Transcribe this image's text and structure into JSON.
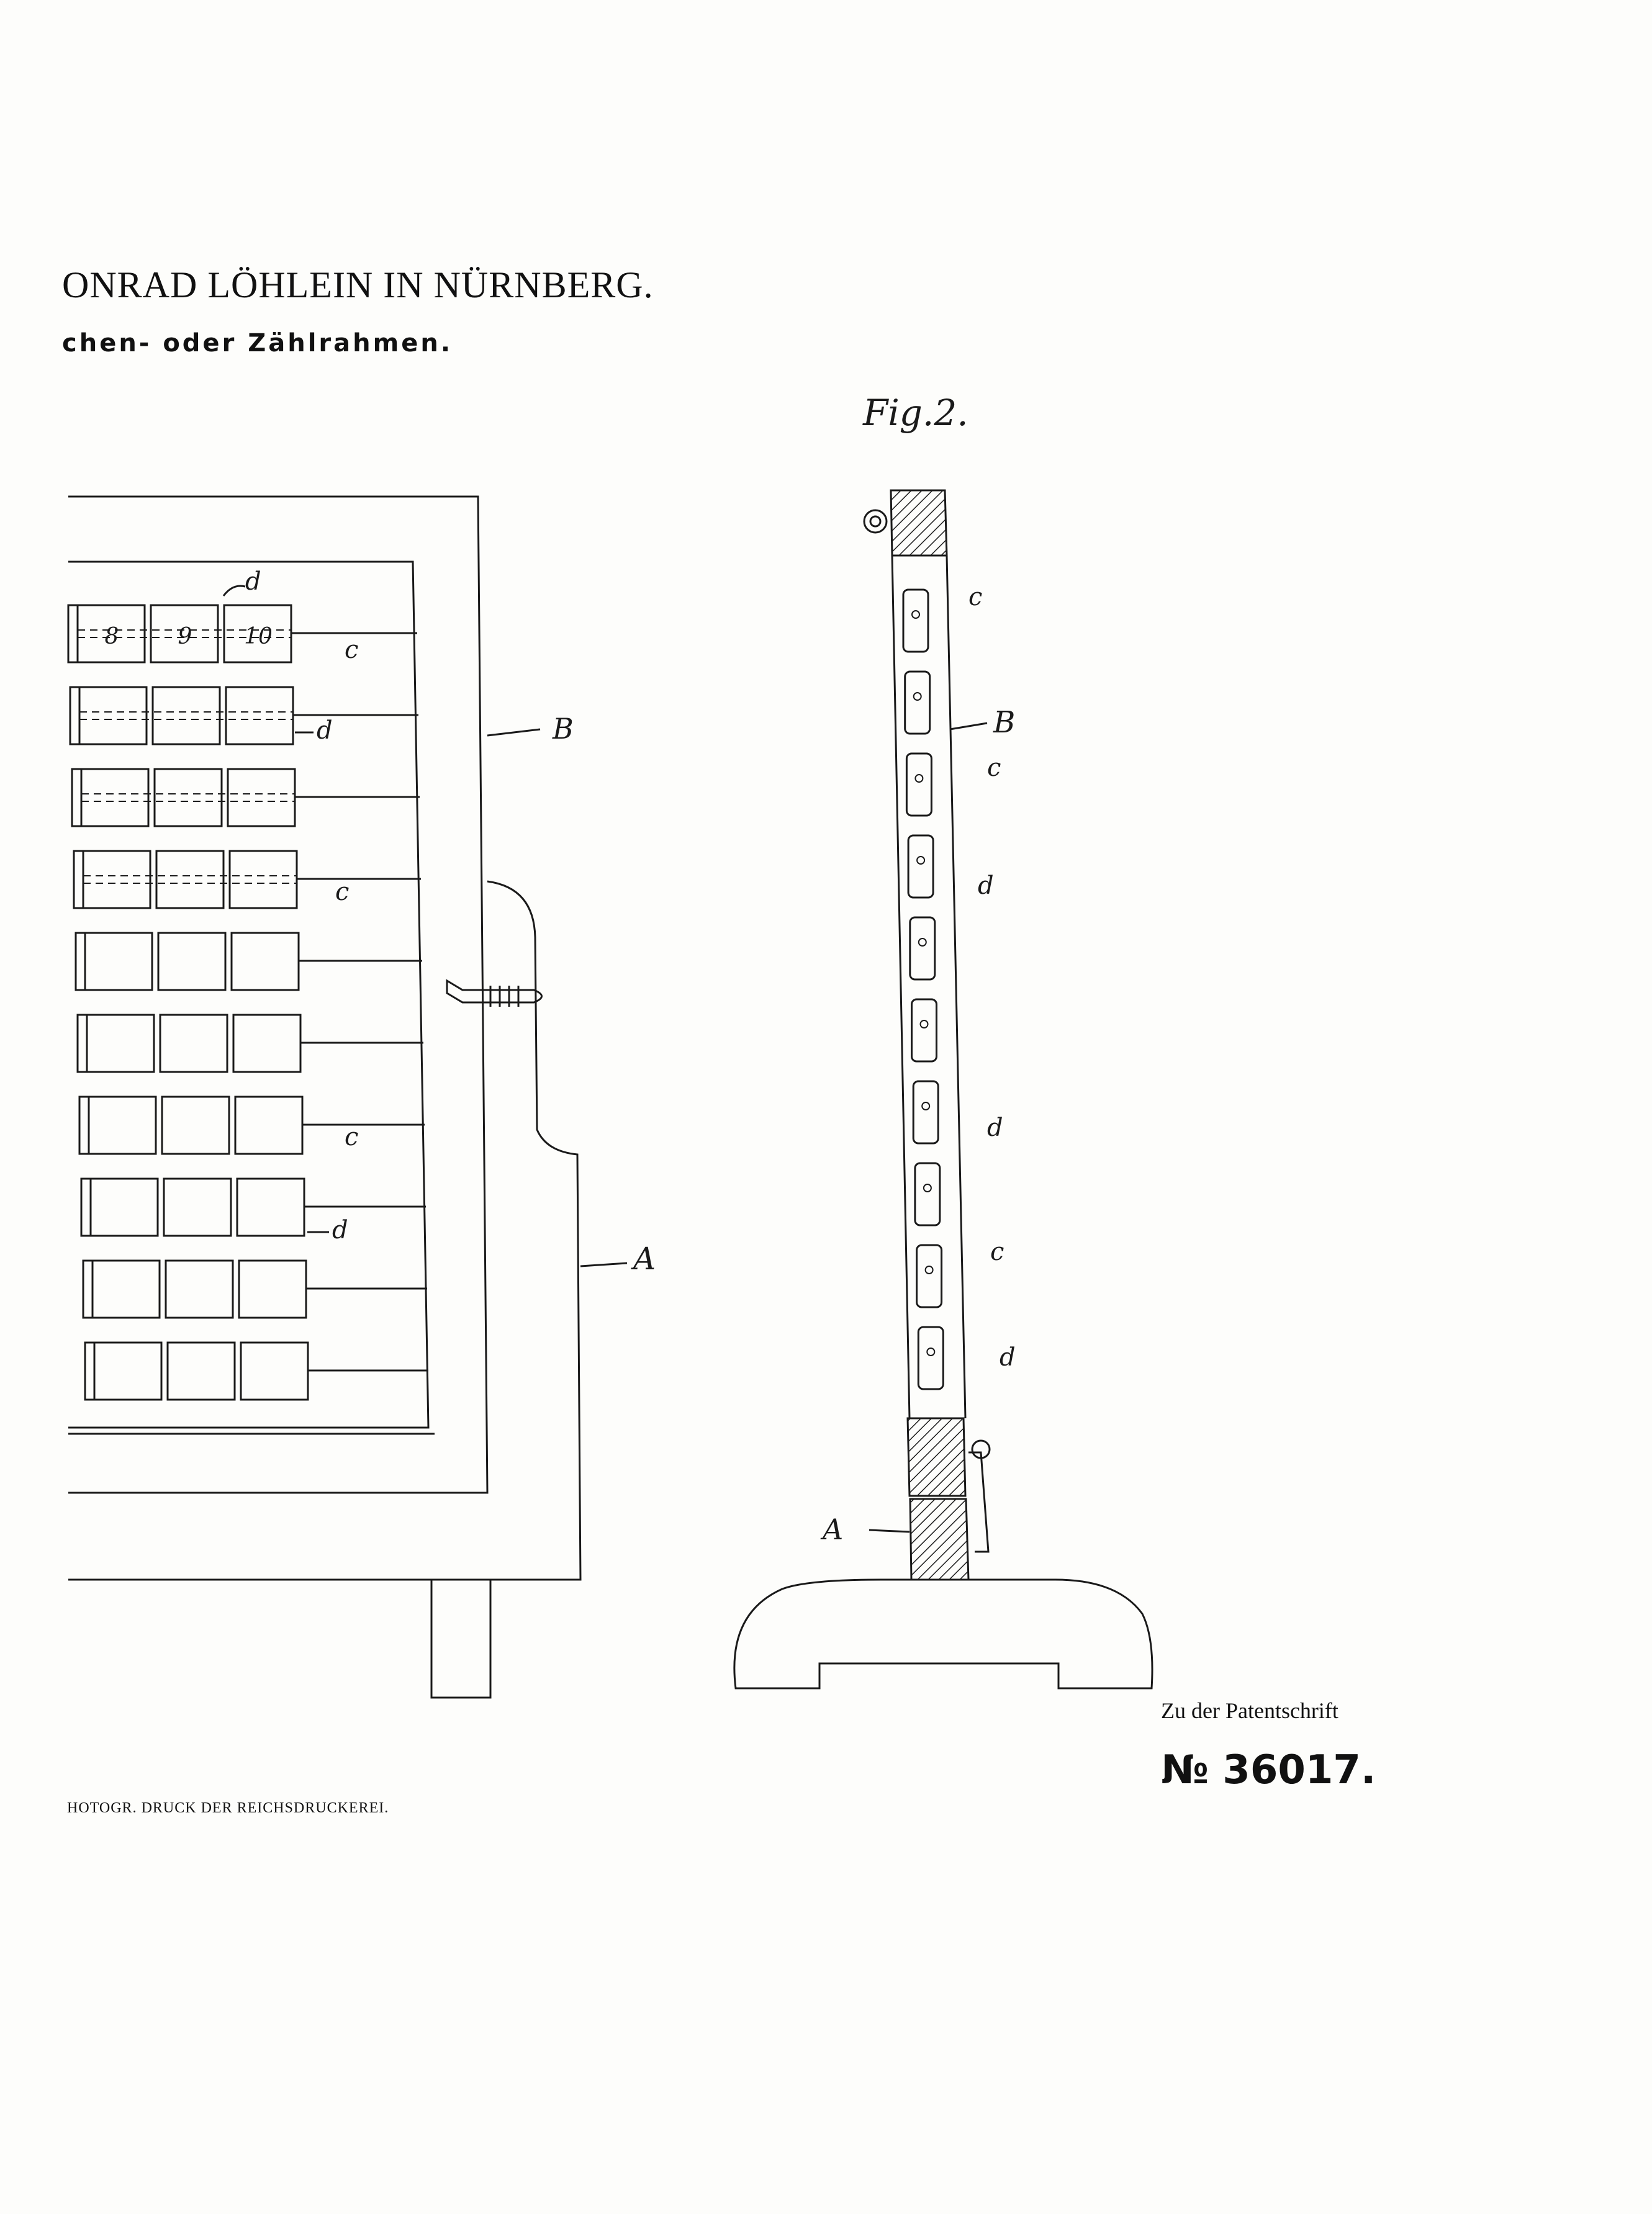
{
  "header": {
    "title": "ONRAD LÖHLEIN IN NÜRNBERG.",
    "subtitle": "chen- oder Zählrahmen."
  },
  "fig2": {
    "caption": "Fig.2."
  },
  "labels": {
    "b": "B",
    "a": "A",
    "c": "c",
    "d": "d"
  },
  "bead_numbers": [
    "8",
    "9",
    "10"
  ],
  "footer": {
    "reference": "Zu der Patentschrift",
    "patent_number": "№ 36017.",
    "printer": "HOTOGR. DRUCK DER REICHSDRUCKEREI."
  },
  "colors": {
    "ink": "#1a1a1a",
    "paper": "#fdfdfb"
  }
}
